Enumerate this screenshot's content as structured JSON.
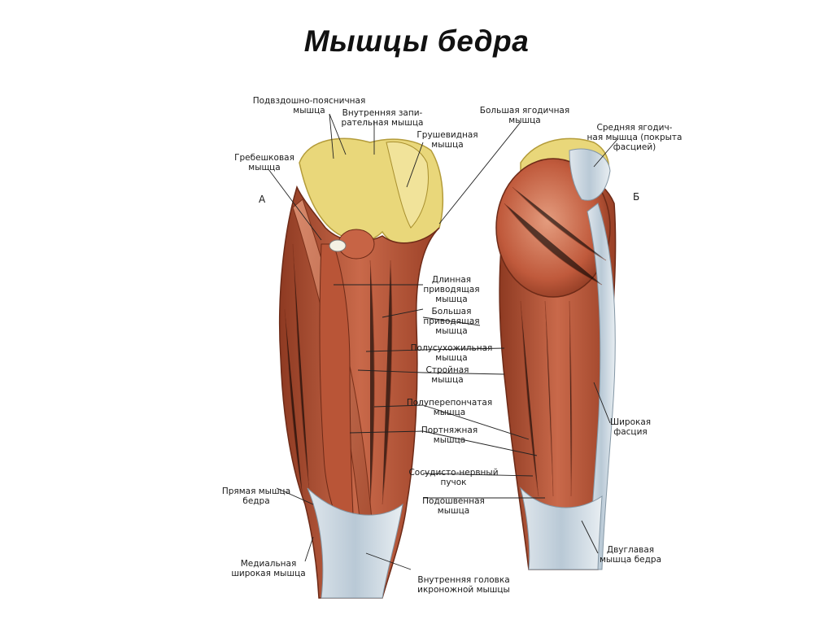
{
  "title": "Мышцы бедра",
  "view_letters": {
    "anterior": "А",
    "posterior": "Б"
  },
  "labels": {
    "iliopsoas": [
      "Подвздошно-поясничная",
      "мышца"
    ],
    "obturator_internus": [
      "Внутренняя запи-",
      "рательная мышца"
    ],
    "piriformis": [
      "Грушевидная",
      "мышца"
    ],
    "pectineus": [
      "Гребешковая",
      "мышца"
    ],
    "gluteus_maximus": [
      "Большая ягодичная",
      "мышца"
    ],
    "gluteus_medius": [
      "Средняя ягодич-",
      "ная мышца (покрыта",
      "фасцией)"
    ],
    "adductor_longus": [
      "Длинная",
      "приводящая",
      "мышца"
    ],
    "adductor_magnus": [
      "Большая",
      "приводящая",
      "мышца"
    ],
    "semitendinosus": [
      "Полусухожильная",
      "мышца"
    ],
    "gracilis": [
      "Стройная",
      "мышца"
    ],
    "semimembranosus": [
      "Полуперепончатая",
      "мышца"
    ],
    "sartorius": [
      "Портняжная",
      "мышца"
    ],
    "fascia_lata": [
      "Широкая",
      "фасция"
    ],
    "neurovascular": [
      "Сосудисто-нервный",
      "пучок"
    ],
    "plantaris": [
      "Подошвенная",
      "мышца"
    ],
    "rectus_femoris": [
      "Прямая мышца",
      "бедра"
    ],
    "biceps_femoris": [
      "Двуглавая",
      "мышца бедра"
    ],
    "vastus_medialis": [
      "Медиальная",
      "широкая мышца"
    ],
    "gastrocnemius_medial": [
      "Внутренняя головка",
      "икроножной мышцы"
    ]
  }
}
